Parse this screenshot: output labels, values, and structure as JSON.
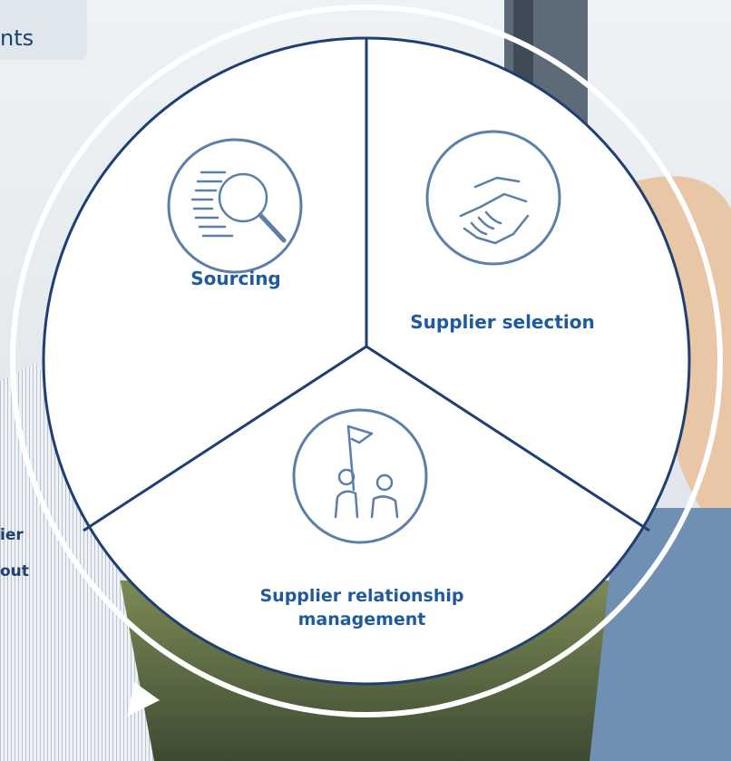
{
  "header": {
    "tab_text": "nts"
  },
  "side_text": {
    "line1": "ier",
    "line2": "out"
  },
  "segments": [
    {
      "label": "Sourcing",
      "icon": "magnifier-document-icon"
    },
    {
      "label": "Supplier selection",
      "icon": "handshake-icon"
    },
    {
      "label_line1": "Supplier relationship",
      "label_line2": "management",
      "icon": "team-flag-icon"
    }
  ],
  "colors": {
    "outline": "#1f3f73",
    "label": "#1f5a9c",
    "icon_stroke": "#5b7fa6",
    "ring": "#ffffff"
  }
}
